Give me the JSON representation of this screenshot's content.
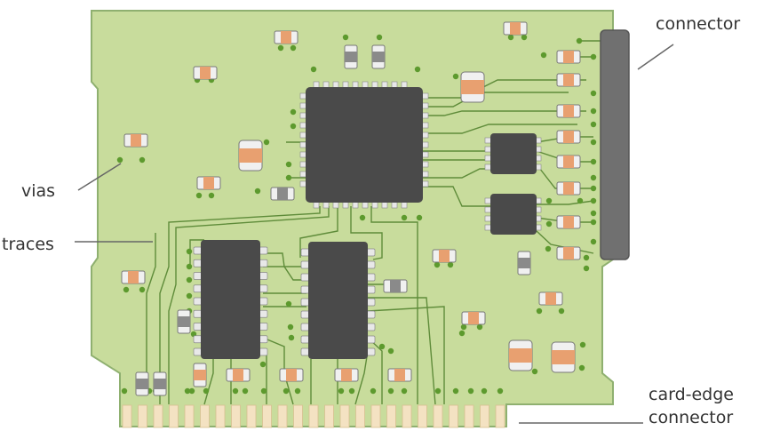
{
  "labels": {
    "connector": "connector",
    "vias": "vias",
    "traces": "traces",
    "card_edge_1": "card-edge",
    "card_edge_2": "connector"
  },
  "colors": {
    "board": "#c8dc9c",
    "board_edge": "#8fb070",
    "trace": "#5f8c3a",
    "via": "#5d9a2e",
    "chip": "#4a4a4a",
    "pin": "#e8e8e8",
    "smd_pad": "#f0f0f0",
    "smd_body_orange": "#e8a070",
    "smd_body_gray": "#8a8a8a",
    "connector_body": "#707070",
    "edge_pin": "#f4e2c2",
    "leader": "#666666"
  }
}
